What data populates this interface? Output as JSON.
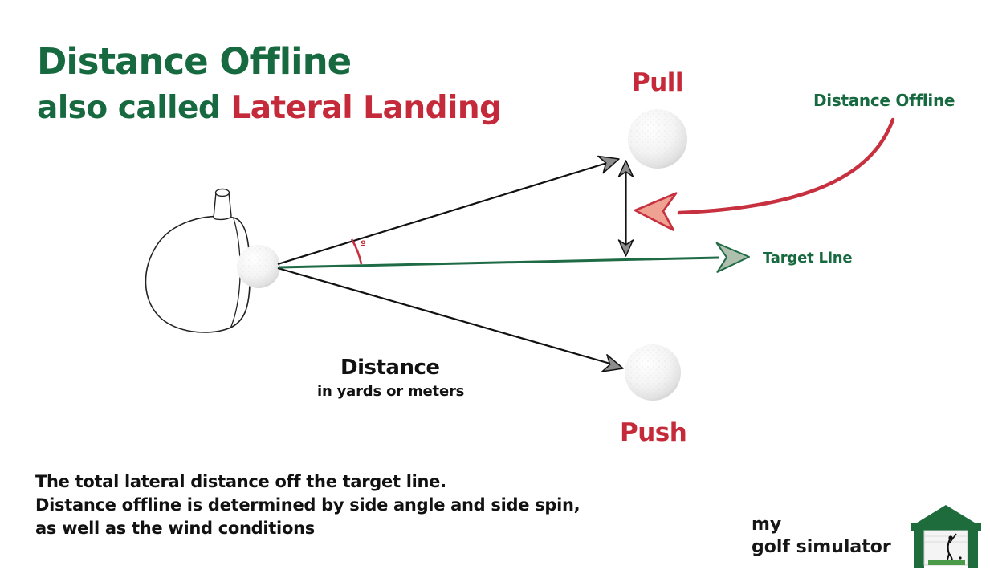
{
  "title": {
    "line1": "Distance Offline",
    "line2_prefix": "also called ",
    "line2_highlight": "Lateral Landing"
  },
  "diagram": {
    "pull_label": "Pull",
    "push_label": "Push",
    "distance_offline_label": "Distance Offline",
    "target_line_label": "Target Line",
    "distance_label": "Distance",
    "distance_unit_label": "in yards or meters",
    "angle_symbol": "º"
  },
  "description": {
    "lines": [
      "The total lateral distance off the target line.",
      "Distance offline is determined by side angle and side spin,",
      "as well as the wind conditions"
    ]
  },
  "logo": {
    "name_line1": "my",
    "name_line2": "golf simulator"
  },
  "colors": {
    "green": "#17693f",
    "red": "#c52a3a",
    "black": "#111111",
    "arrow_gray_fill": "#8d8d8d",
    "green_arrow_fill": "#aebfae",
    "red_arrow_fill": "#f0a292"
  }
}
